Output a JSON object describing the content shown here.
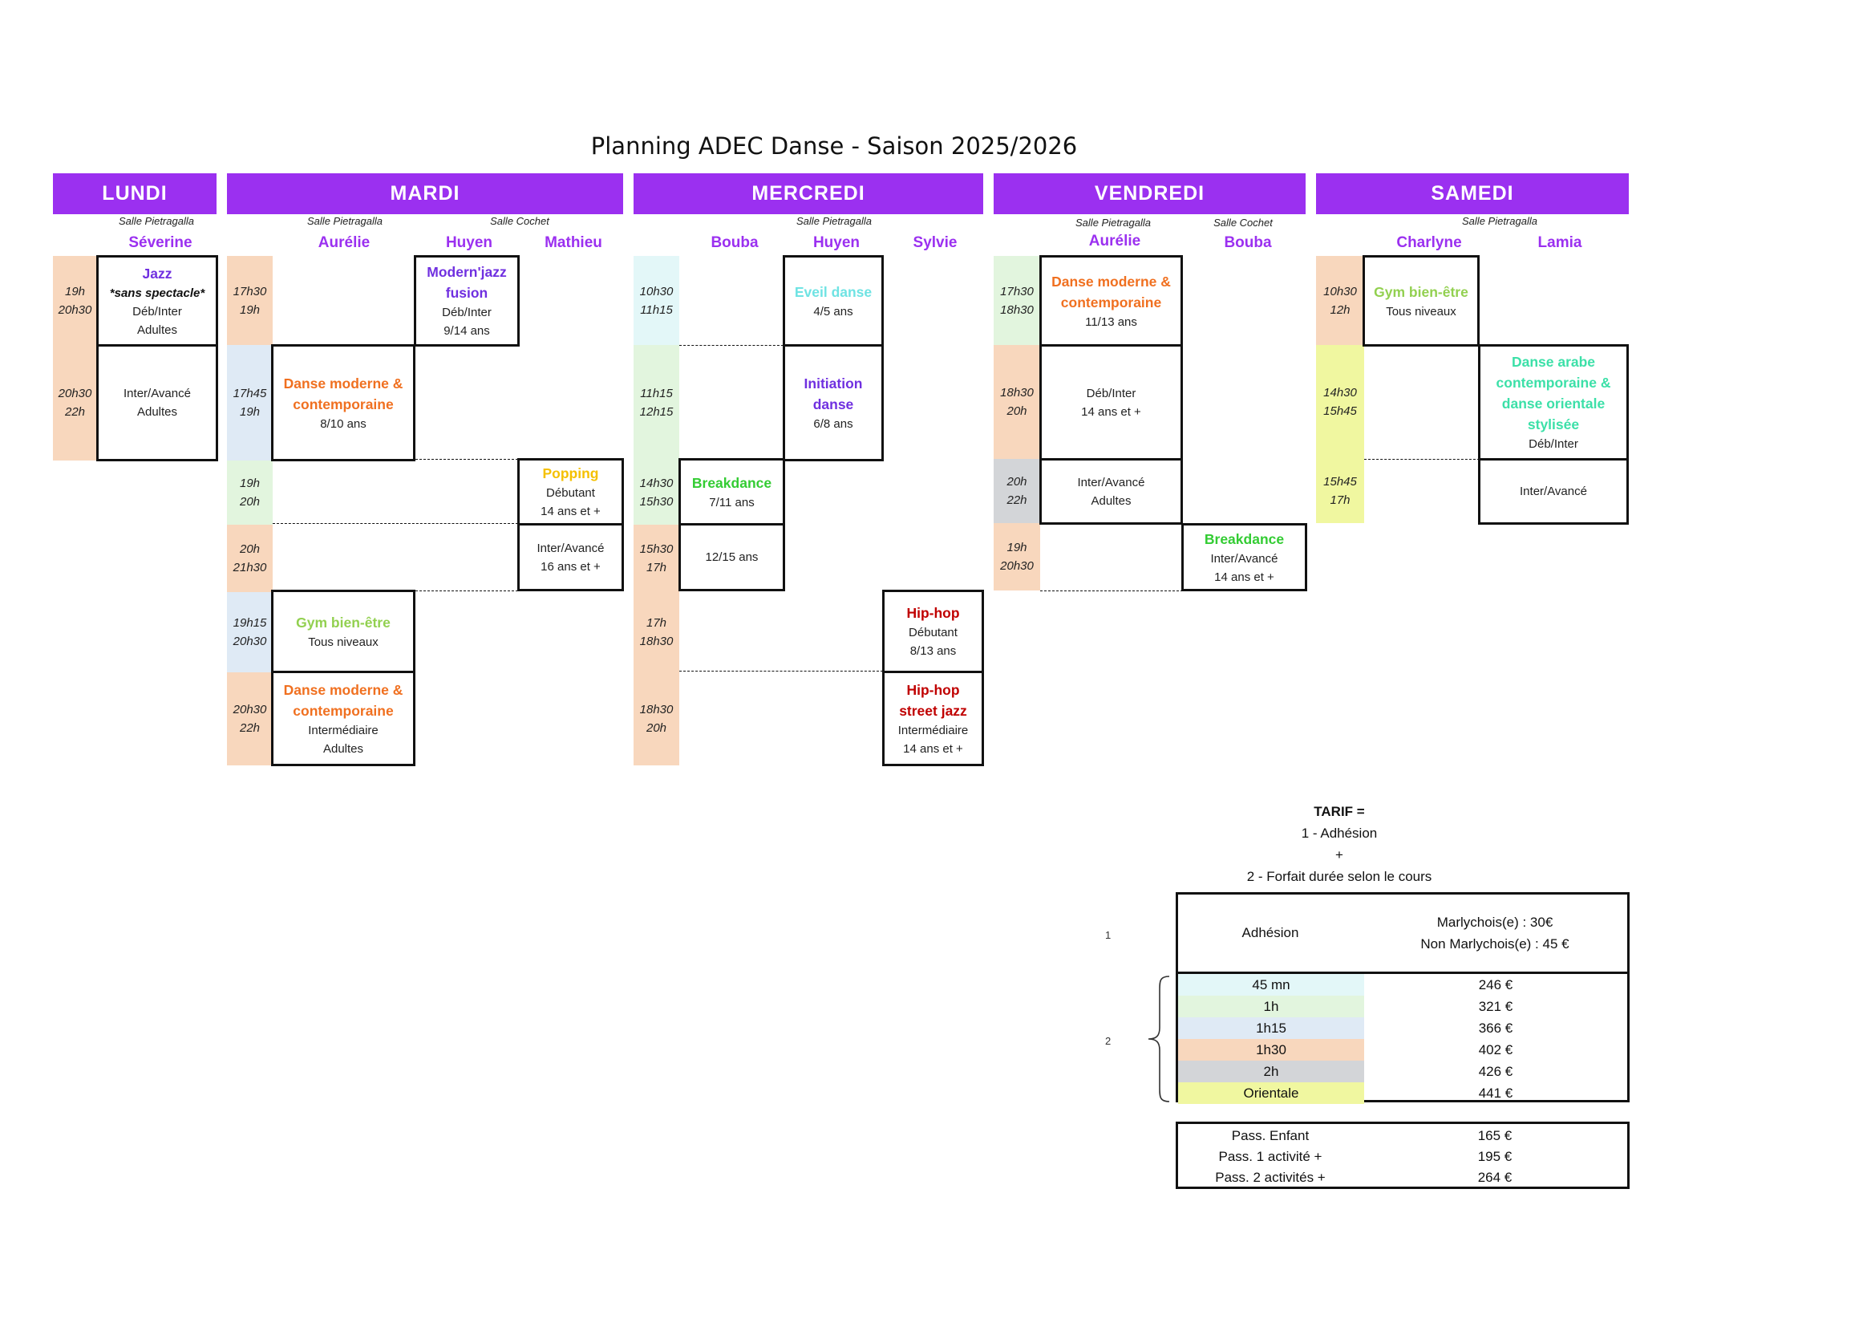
{
  "title": "Planning ADEC Danse - Saison 2025/2026",
  "colors": {
    "purple": "#9b30f0",
    "slot_45mn": "#e3f7f8",
    "slot_1h": "#e2f5de",
    "slot_1h15": "#dfeaf5",
    "slot_1h30": "#f8d7bd",
    "slot_2h": "#d3d5d8",
    "slot_orientale": "#f0f7a0",
    "orange": "#f07020",
    "green_light": "#92d050",
    "green": "#33cc33",
    "cyan": "#6fe3e3",
    "violet": "#7030e0",
    "yellow": "#f5c000",
    "red": "#c00000",
    "teal": "#3ce0a8"
  },
  "days": {
    "lundi": {
      "name": "LUNDI",
      "rooms": [
        "Salle Pietragalla"
      ],
      "teachers": [
        "Séverine"
      ],
      "times": [
        [
          "19h",
          "20h30"
        ],
        [
          "20h30",
          "22h"
        ]
      ],
      "classes": [
        {
          "title": "Jazz",
          "lines": [
            "*sans spectacle*",
            "Déb/Inter",
            "Adultes"
          ]
        },
        {
          "title": "",
          "lines": [
            "Inter/Avancé",
            "Adultes"
          ]
        }
      ]
    },
    "mardi": {
      "name": "MARDI",
      "rooms": [
        "Salle Pietragalla",
        "Salle Cochet"
      ],
      "teachers": [
        "Aurélie",
        "Huyen",
        "Mathieu"
      ],
      "times": [
        [
          "17h30",
          "19h"
        ],
        [
          "17h45",
          "19h"
        ],
        [
          "19h",
          "20h"
        ],
        [
          "20h",
          "21h30"
        ],
        [
          "19h15",
          "20h30"
        ],
        [
          "20h30",
          "22h"
        ]
      ],
      "classes": [
        {
          "title": "Modern'jazz fusion",
          "lines": [
            "Déb/Inter",
            "9/14 ans"
          ]
        },
        {
          "title": "Danse moderne & contemporaine",
          "lines": [
            "8/10 ans"
          ]
        },
        {
          "title": "Popping",
          "lines": [
            "Débutant",
            "14 ans et +"
          ]
        },
        {
          "title": "",
          "lines": [
            "Inter/Avancé",
            "16 ans et +"
          ]
        },
        {
          "title": "Gym bien-être",
          "lines": [
            "Tous niveaux"
          ]
        },
        {
          "title": "Danse moderne & contemporaine",
          "lines": [
            "Intermédiaire",
            "Adultes"
          ]
        }
      ]
    },
    "mercredi": {
      "name": "MERCREDI",
      "rooms": [
        "Salle Pietragalla"
      ],
      "teachers": [
        "Bouba",
        "Huyen",
        "Sylvie"
      ],
      "times": [
        [
          "10h30",
          "11h15"
        ],
        [
          "11h15",
          "12h15"
        ],
        [
          "14h30",
          "15h30"
        ],
        [
          "15h30",
          "17h"
        ],
        [
          "17h",
          "18h30"
        ],
        [
          "18h30",
          "20h"
        ]
      ],
      "classes": [
        {
          "title": "Eveil danse",
          "lines": [
            "4/5 ans"
          ]
        },
        {
          "title": "Initiation danse",
          "lines": [
            "6/8 ans"
          ]
        },
        {
          "title": "Breakdance",
          "lines": [
            "7/11 ans"
          ]
        },
        {
          "title": "",
          "lines": [
            "12/15 ans"
          ]
        },
        {
          "title": "Hip-hop",
          "lines": [
            "Débutant",
            "8/13 ans"
          ]
        },
        {
          "title": "Hip-hop street jazz",
          "lines": [
            "Intermédiaire",
            "14 ans et  +"
          ]
        }
      ]
    },
    "vendredi": {
      "name": "VENDREDI",
      "rooms": [
        "Salle Pietragalla",
        "Salle Cochet"
      ],
      "teachers": [
        "Aurélie",
        "Bouba"
      ],
      "times": [
        [
          "17h30",
          "18h30"
        ],
        [
          "18h30",
          "20h"
        ],
        [
          "20h",
          "22h"
        ],
        [
          "19h",
          "20h30"
        ]
      ],
      "classes": [
        {
          "title": "Danse moderne & contemporaine",
          "lines": [
            "11/13 ans"
          ]
        },
        {
          "title": "",
          "lines": [
            "Déb/Inter",
            "14 ans et +"
          ]
        },
        {
          "title": "",
          "lines": [
            "Inter/Avancé",
            "Adultes"
          ]
        },
        {
          "title": "Breakdance",
          "lines": [
            "Inter/Avancé",
            "14 ans et +"
          ]
        }
      ]
    },
    "samedi": {
      "name": "SAMEDI",
      "rooms": [
        "Salle Pietragalla"
      ],
      "teachers": [
        "Charlyne",
        "Lamia"
      ],
      "times": [
        [
          "10h30",
          "12h"
        ],
        [
          "14h30",
          "15h45"
        ],
        [
          "15h45",
          "17h"
        ]
      ],
      "classes": [
        {
          "title": "Gym bien-être",
          "lines": [
            "Tous niveaux"
          ]
        },
        {
          "title": "Danse arabe contemporaine & danse orientale stylisée",
          "lines": [
            "Déb/Inter"
          ]
        },
        {
          "title": "",
          "lines": [
            "Inter/Avancé"
          ]
        }
      ]
    }
  },
  "tarif": {
    "heading": "TARIF =",
    "line1": "1 - Adhésion",
    "plus": "+",
    "line2": "2 - Forfait durée selon le cours",
    "num1": "1",
    "num2": "2",
    "adhesion": {
      "label": "Adhésion",
      "price1": "Marlychois(e) : 30€",
      "price2": "Non Marlychois(e) : 45 €"
    },
    "forfaits": [
      {
        "label": "45 mn",
        "price": "246 €"
      },
      {
        "label": "1h",
        "price": "321 €"
      },
      {
        "label": "1h15",
        "price": "366 €"
      },
      {
        "label": "1h30",
        "price": "402 €"
      },
      {
        "label": "2h",
        "price": "426 €"
      },
      {
        "label": "Orientale",
        "price": "441 €"
      }
    ],
    "passes": [
      {
        "label": "Pass. Enfant",
        "price": "165 €"
      },
      {
        "label": "Pass. 1 activité +",
        "price": "195 €"
      },
      {
        "label": "Pass. 2 activités +",
        "price": "264 €"
      }
    ]
  }
}
